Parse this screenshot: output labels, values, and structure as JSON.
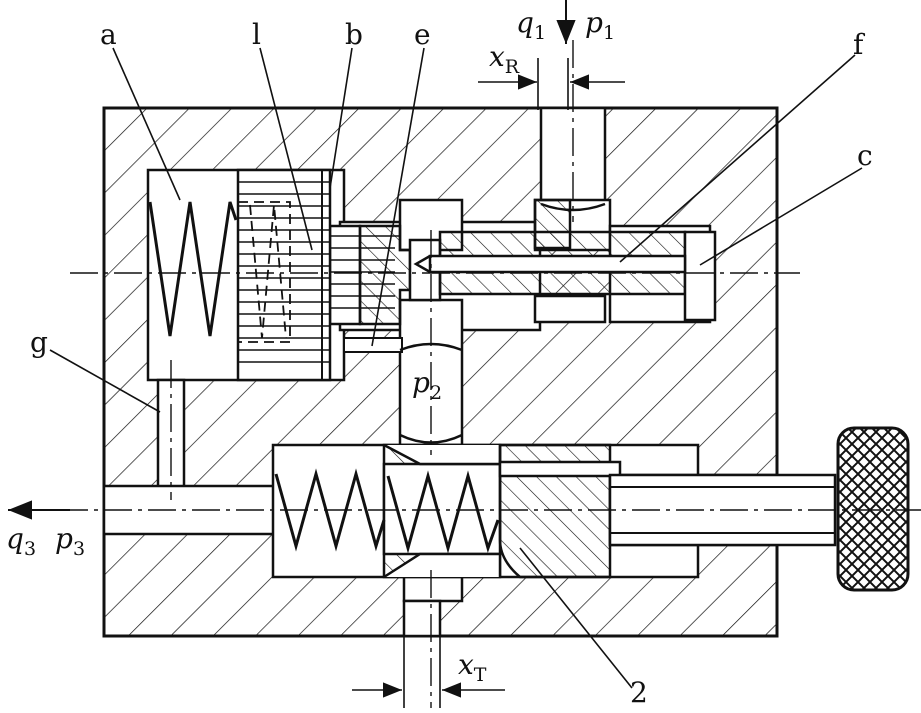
{
  "labels": {
    "a": "a",
    "l": "l",
    "b": "b",
    "e": "e",
    "f": "f",
    "c": "c",
    "g": "g",
    "two": "2"
  },
  "symbols": {
    "q1": {
      "base": "q",
      "sub": "1"
    },
    "p1": {
      "base": "p",
      "sub": "1"
    },
    "xR": {
      "base": "x",
      "sub": "R"
    },
    "p2": {
      "base": "p",
      "sub": "2"
    },
    "q3": {
      "base": "q",
      "sub": "3"
    },
    "p3": {
      "base": "p",
      "sub": "3"
    },
    "xT": {
      "base": "x",
      "sub": "T"
    }
  },
  "colors": {
    "ink": "#111111",
    "background": "#ffffff"
  }
}
